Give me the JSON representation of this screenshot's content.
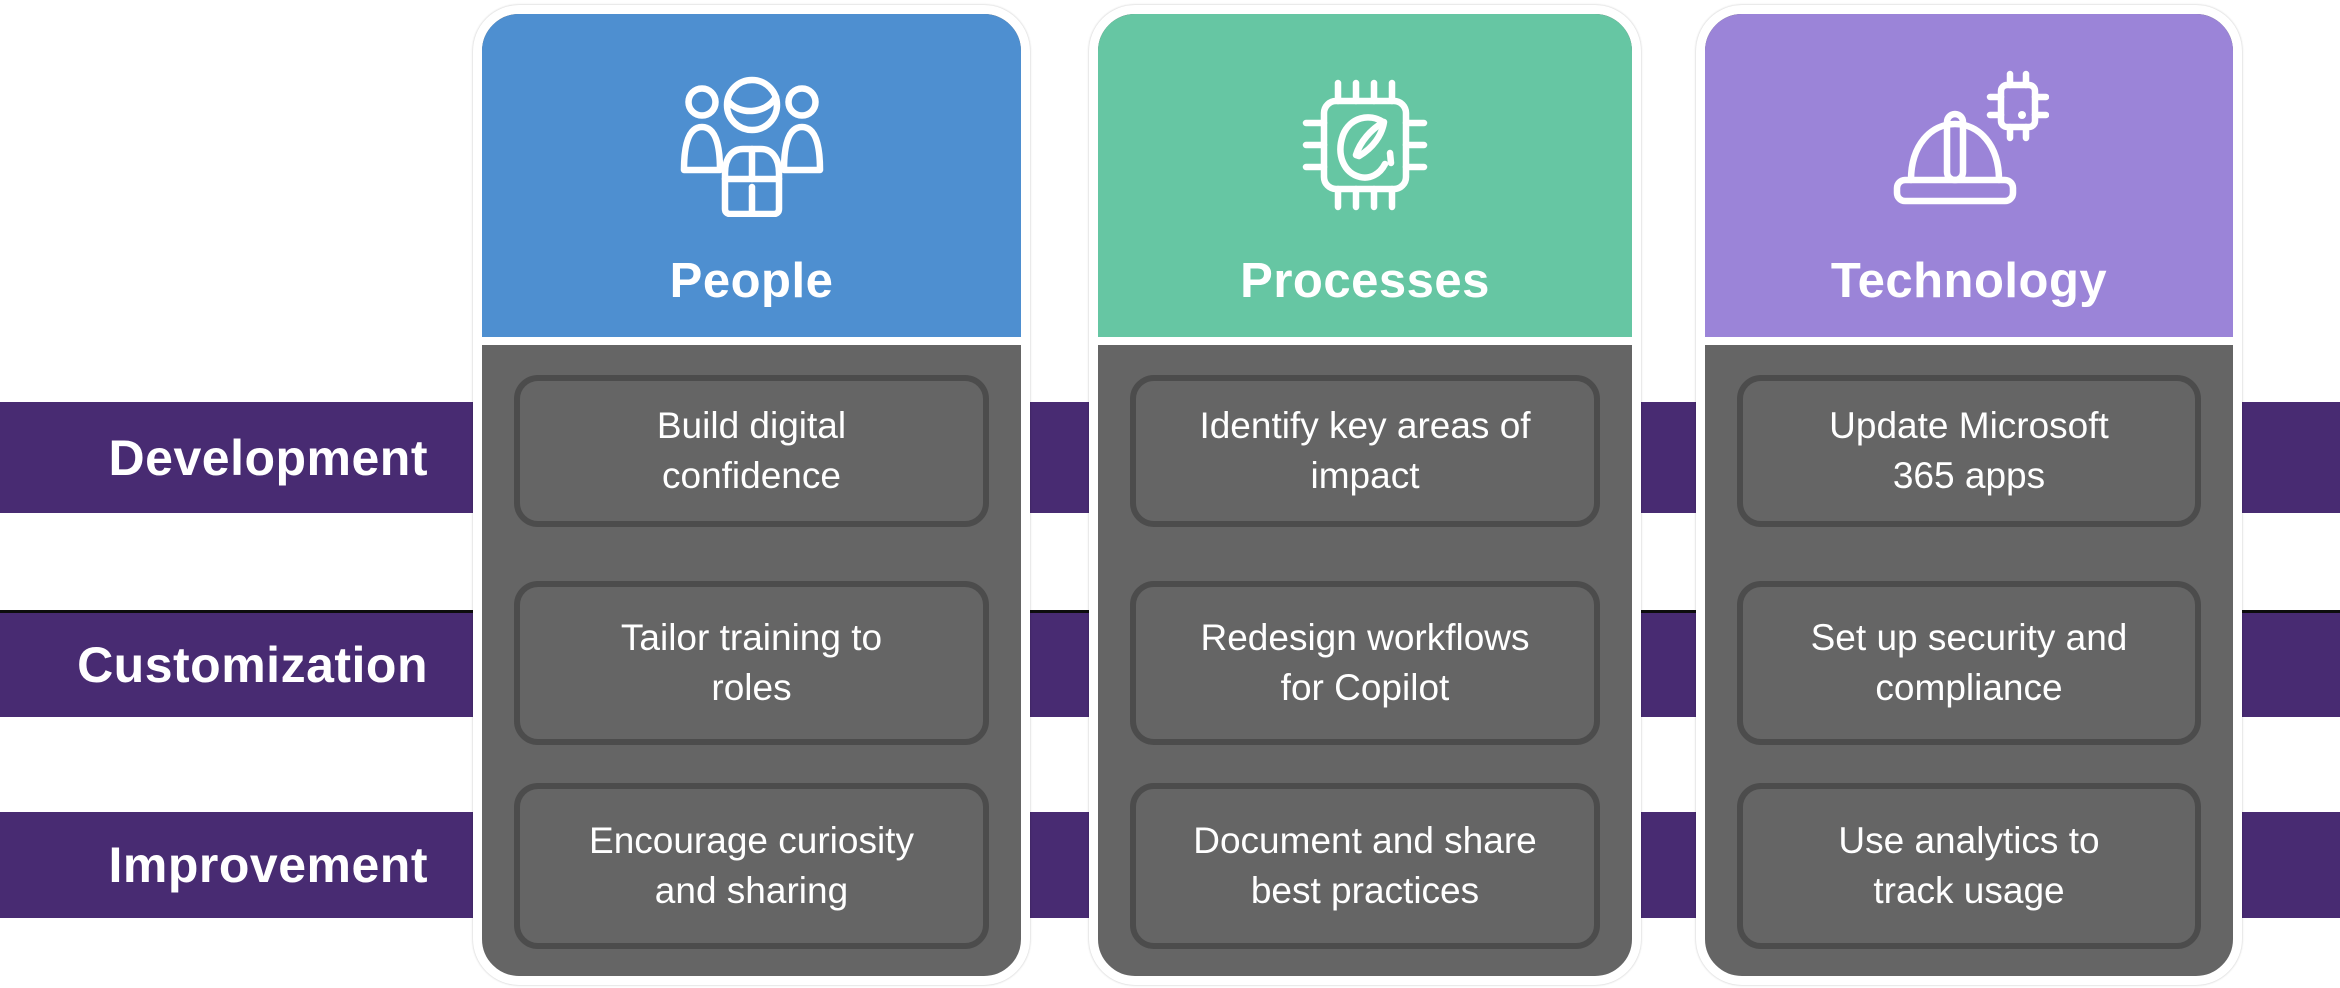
{
  "diagram": {
    "background": "#FFFFFF",
    "rows": [
      {
        "label": "Development"
      },
      {
        "label": "Customization"
      },
      {
        "label": "Improvement"
      }
    ],
    "columns": [
      {
        "title": "People",
        "icon": "people-icon",
        "header_color": "#4E8FD0",
        "cells": [
          "Build digital\nconfidence",
          "Tailor training to\nroles",
          "Encourage curiosity\nand sharing"
        ]
      },
      {
        "title": "Processes",
        "icon": "chip-gauge-icon",
        "header_color": "#66C6A3",
        "cells": [
          "Identify key areas of\nimpact",
          "Redesign workflows\nfor Copilot",
          "Document and share\nbest practices"
        ]
      },
      {
        "title": "Technology",
        "icon": "hardhat-chip-icon",
        "header_color": "#9B84D8",
        "cells": [
          "Update Microsoft\n365 apps",
          "Set up security and\ncompliance",
          "Use analytics to\ntrack usage"
        ]
      }
    ],
    "colors": {
      "row_band": "#482B72",
      "card_body": "#656565",
      "cell_border": "#4C4C4C",
      "card_outline": "#FFFFFF",
      "text": "#FFFFFF"
    }
  }
}
